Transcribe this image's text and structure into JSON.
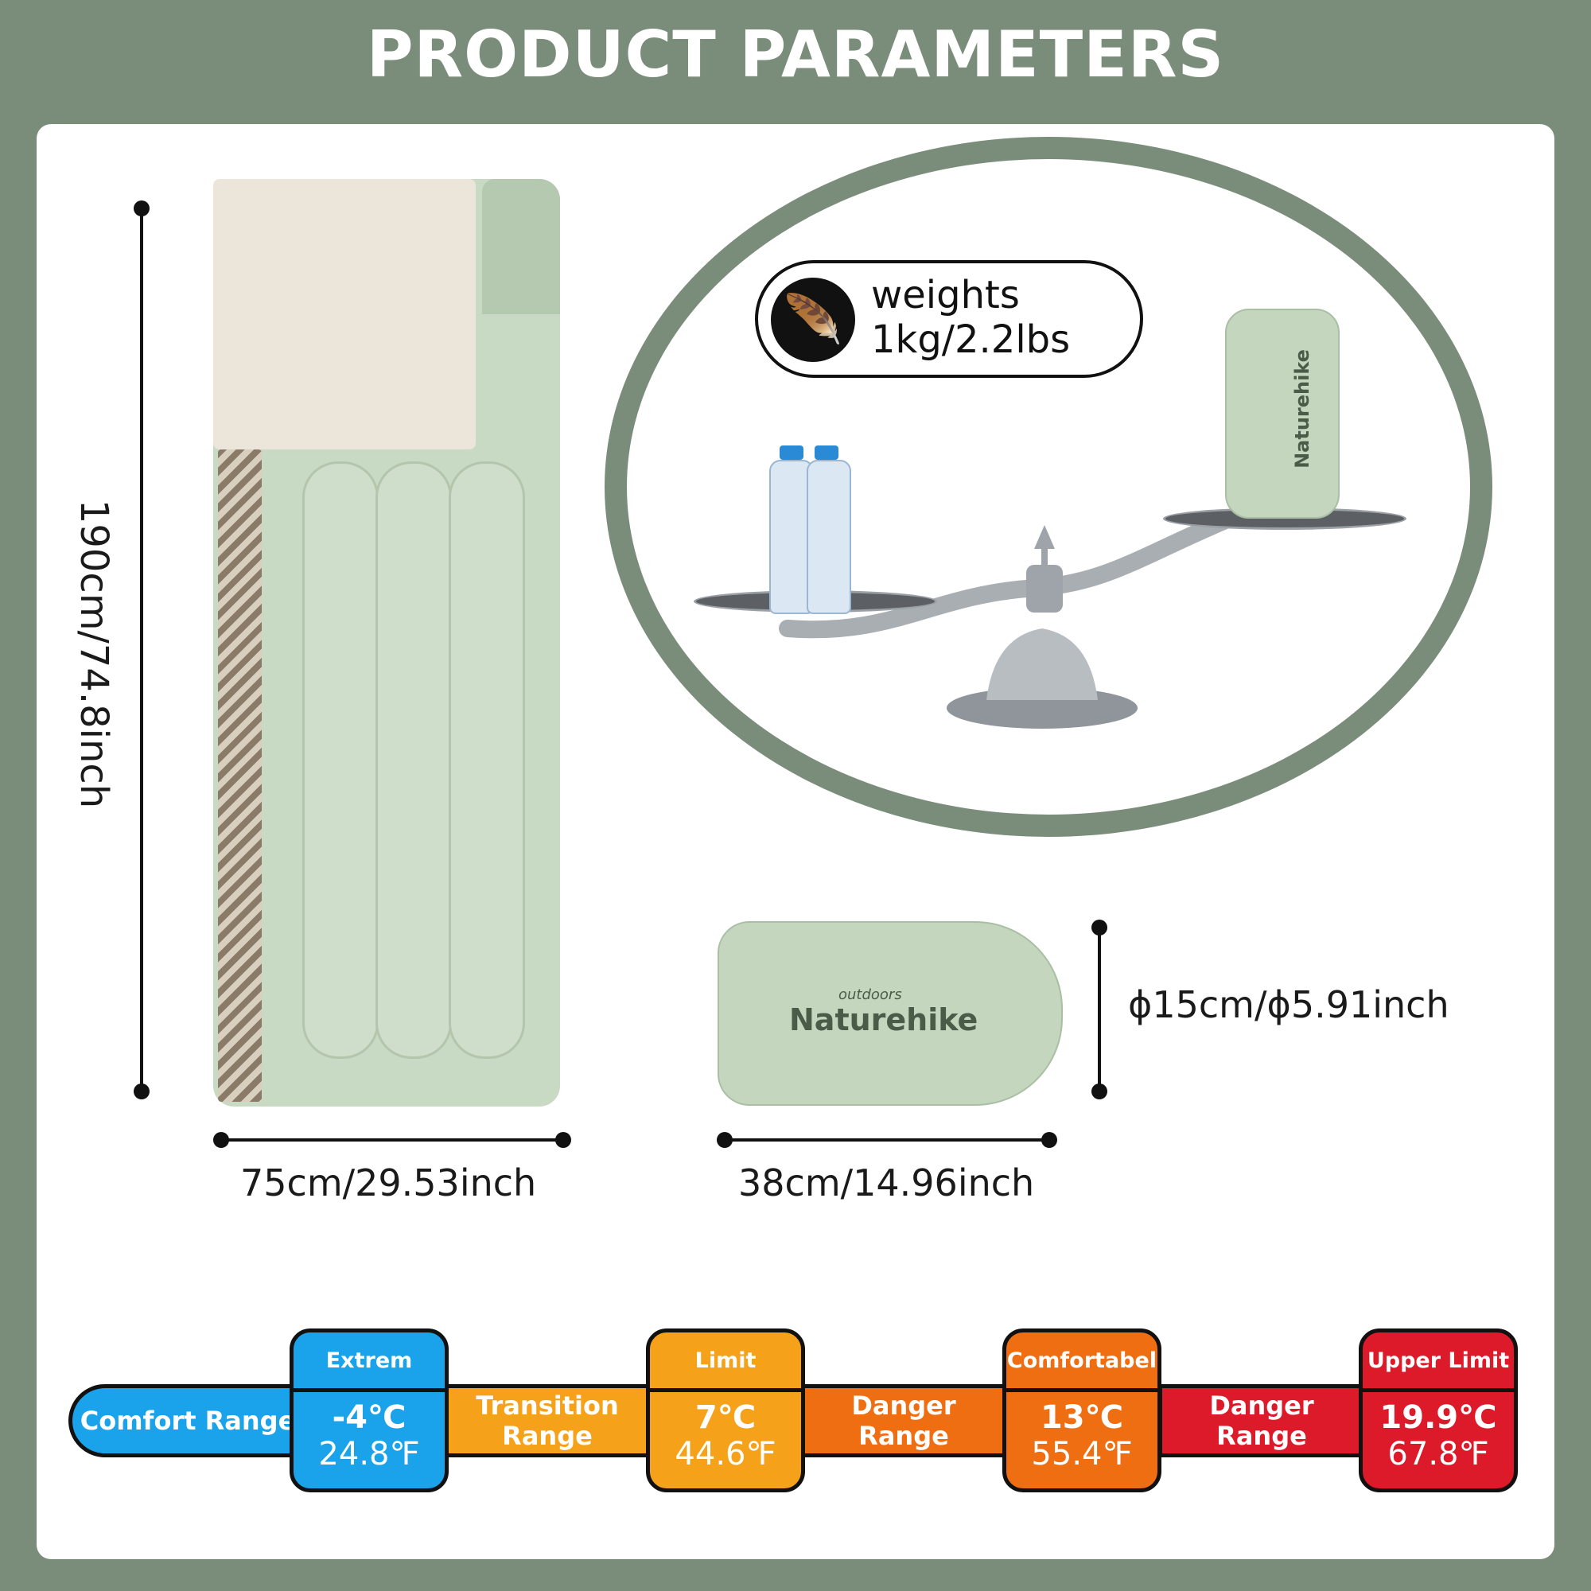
{
  "header": {
    "title": "PRODUCT PARAMETERS"
  },
  "dimensions": {
    "length": "190cm/74.8inch",
    "width": "75cm/29.53inch",
    "packed_length": "38cm/14.96inch",
    "packed_diameter": "ϕ15cm/ϕ5.91inch"
  },
  "weight": {
    "label": "weights",
    "value": "1kg/2.2lbs"
  },
  "brand": {
    "name": "Naturehike",
    "tagline": "outdoors"
  },
  "temperature": {
    "comfort_range": "Comfort Range",
    "transition_range": "Transition\nRange",
    "danger_range_1": "Danger\nRange",
    "danger_range_2": "Danger\nRange",
    "extrem": {
      "label": "Extrem",
      "celsius": "-4℃",
      "fahrenheit": "24.8℉"
    },
    "limit": {
      "label": "Limit",
      "celsius": "7℃",
      "fahrenheit": "44.6℉"
    },
    "comfortabel": {
      "label": "Comfortabel",
      "celsius": "13℃",
      "fahrenheit": "55.4℉"
    },
    "upper_limit": {
      "label": "Upper Limit",
      "celsius": "19.9℃",
      "fahrenheit": "67.8℉"
    }
  },
  "colors": {
    "background": "#7a8c7a",
    "blue": "#1aa3ea",
    "yellow": "#f5a21a",
    "orange": "#ef6e12",
    "red": "#dd1a2a"
  }
}
